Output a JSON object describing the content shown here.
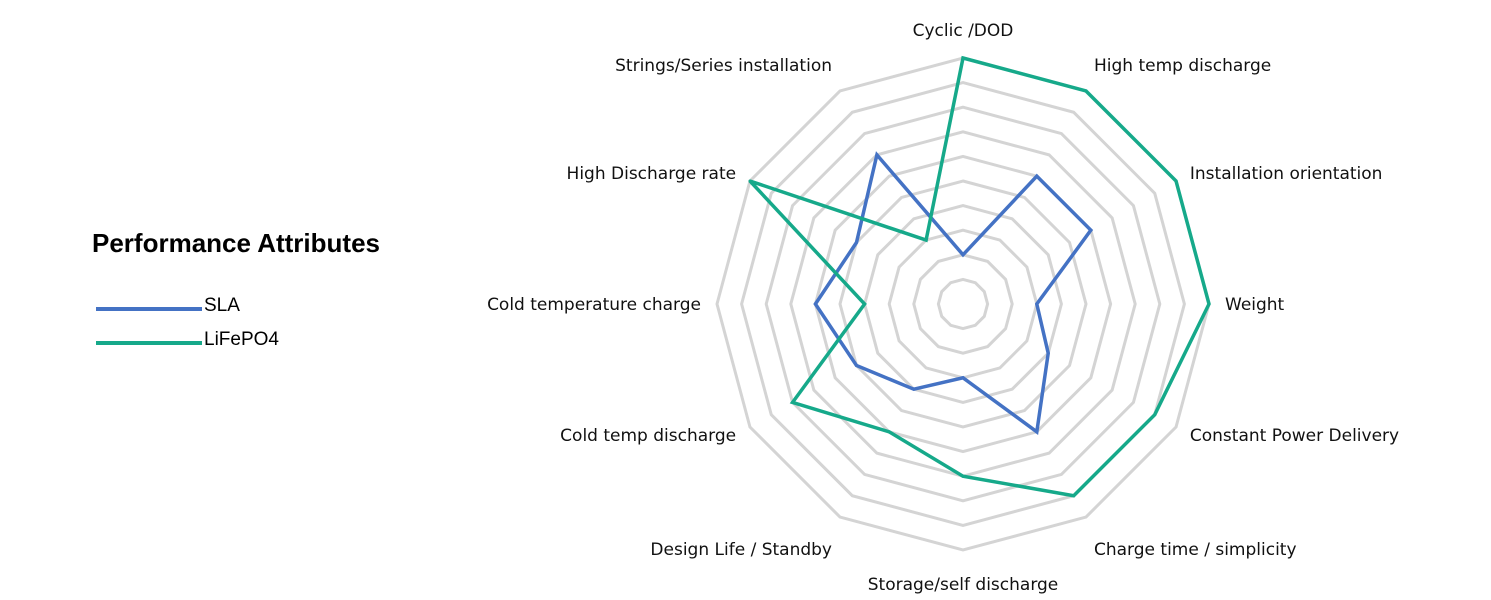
{
  "legend": {
    "title": "Performance Attributes"
  },
  "chart_data": {
    "type": "radar",
    "title": "",
    "axes": [
      "Cyclic /DOD",
      "High temp discharge",
      "Installation orientation",
      "Weight",
      "Constant Power Delivery",
      "Charge time / simplicity",
      "Storage/self discharge",
      "Design Life / Standby",
      "Cold temp discharge",
      "Cold temperature charge",
      "High Discharge rate",
      "Strings/Series installation"
    ],
    "rmin": 0,
    "rmax": 10,
    "grid": true,
    "legend_position": "left",
    "series": [
      {
        "name": "SLA",
        "color": "#4472C4",
        "values": [
          2,
          6,
          6,
          3,
          4,
          6,
          3,
          4,
          5,
          6,
          5,
          7
        ]
      },
      {
        "name": "LiFePO4",
        "color": "#16A98A",
        "values": [
          10,
          10,
          10,
          10,
          9,
          9,
          7,
          6,
          8,
          4,
          10,
          3
        ]
      }
    ]
  }
}
